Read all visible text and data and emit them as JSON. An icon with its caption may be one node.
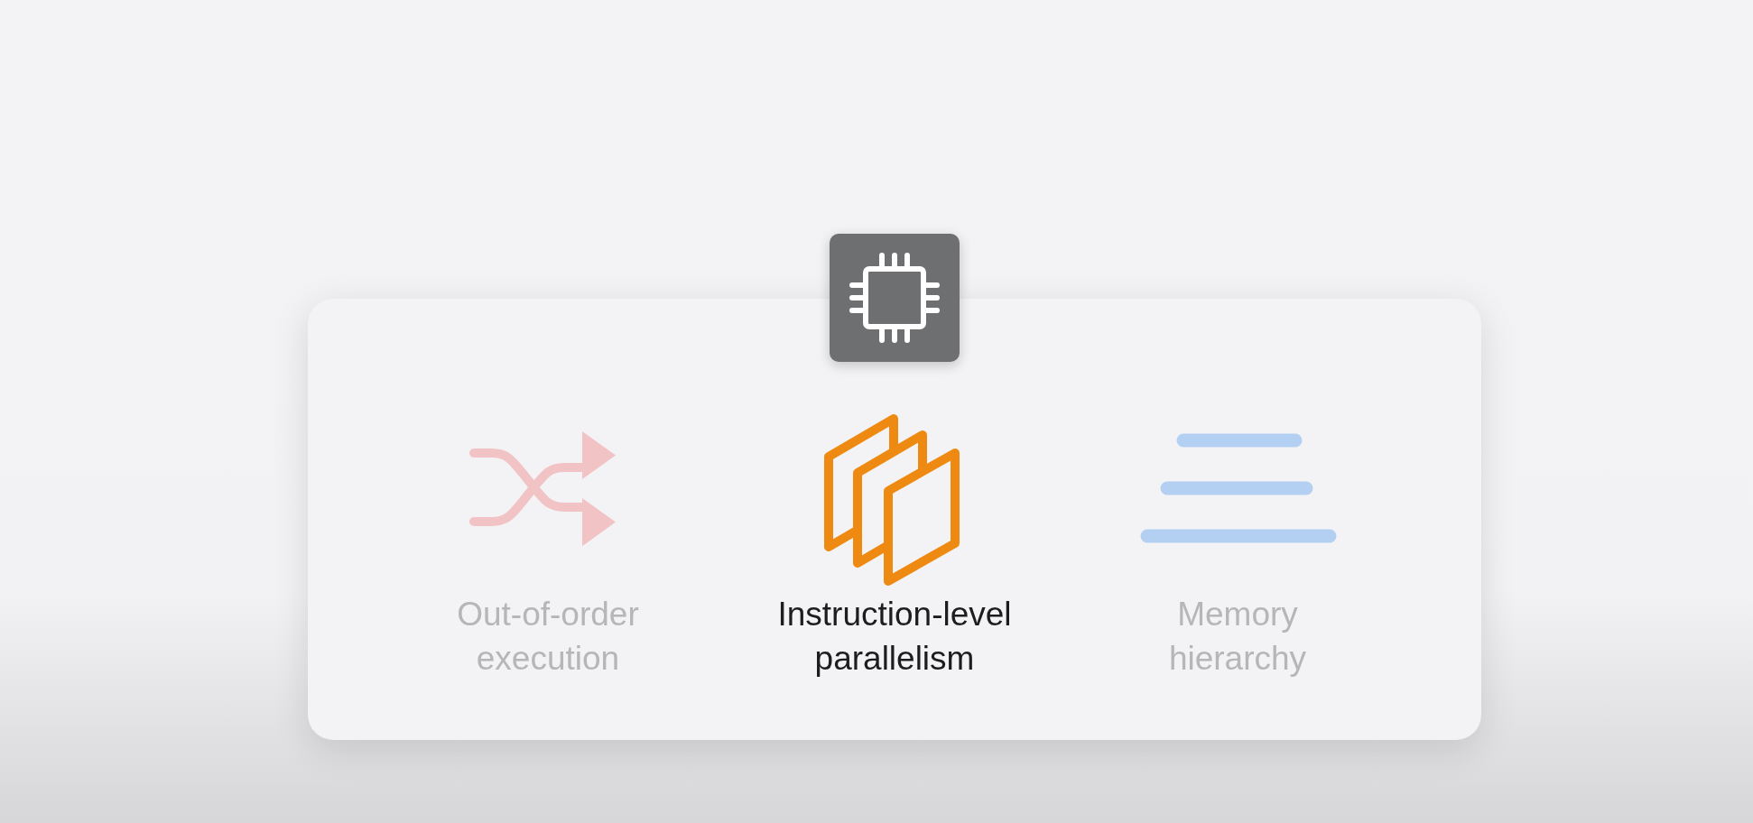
{
  "diagram": {
    "labels": [
      "Out-of-order execution",
      "Instruction-level parallelism",
      "Memory hierarchy"
    ]
  }
}
